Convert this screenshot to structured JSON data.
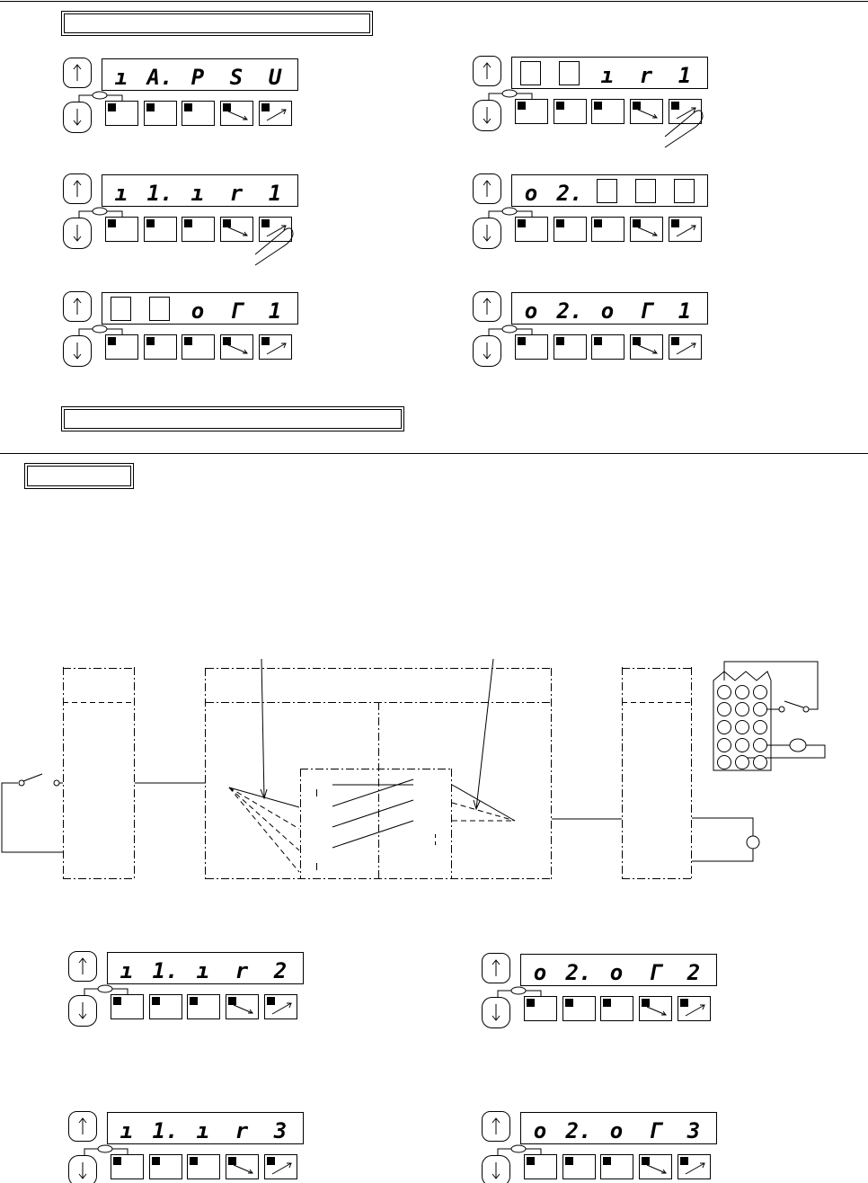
{
  "page": {
    "background": "#ffffff",
    "ink": "#000000"
  },
  "headers": {
    "top_box_1": "",
    "top_box_2": "",
    "section_box": ""
  },
  "panels": [
    {
      "id": "p1",
      "chars": [
        "ı",
        "A.",
        "P",
        "S",
        "U"
      ],
      "finger": null
    },
    {
      "id": "p2",
      "chars": [
        "",
        "",
        "ı",
        "r",
        "1"
      ],
      "finger": "key5"
    },
    {
      "id": "p3",
      "chars": [
        "ı",
        "1.",
        "ı",
        "r",
        "1"
      ],
      "finger": "key5"
    },
    {
      "id": "p4",
      "chars": [
        "o",
        "2.",
        "",
        "",
        ""
      ],
      "finger": null
    },
    {
      "id": "p5",
      "chars": [
        "",
        "",
        "o",
        "Γ",
        "1"
      ],
      "finger": null
    },
    {
      "id": "p6",
      "chars": [
        "o",
        "2.",
        "o",
        "Γ",
        "1"
      ],
      "finger": null
    },
    {
      "id": "p7",
      "chars": [
        "ı",
        "1.",
        "ı",
        "r",
        "2"
      ],
      "finger": null
    },
    {
      "id": "p8",
      "chars": [
        "o",
        "2.",
        "o",
        "Γ",
        "2"
      ],
      "finger": null
    },
    {
      "id": "p9",
      "chars": [
        "ı",
        "1.",
        "ı",
        "r",
        "3"
      ],
      "finger": null
    },
    {
      "id": "p10",
      "chars": [
        "o",
        "2.",
        "o",
        "Γ",
        "3"
      ],
      "finger": null
    }
  ],
  "icons": {
    "up": "up-arrow-icon",
    "down": "down-arrow-icon",
    "key_down_right": "arrow-down-right-icon",
    "key_up_right": "arrow-up-right-icon",
    "finger": "pointing-finger-icon",
    "switch": "switch-icon",
    "lamp": "lamp-icon"
  }
}
